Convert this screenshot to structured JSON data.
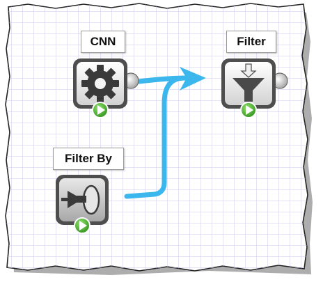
{
  "nodes": {
    "cnn": {
      "label": "CNN",
      "icon": "gear-icon"
    },
    "filter": {
      "label": "Filter",
      "icon": "funnel-icon"
    },
    "filter_by": {
      "label": "Filter By",
      "icon": "input-arrow-icon"
    }
  },
  "colors": {
    "connector": "#3cb7ee",
    "run_button": "#3fa528",
    "grid_line": "#c8c8ea",
    "node_frame": "#4e4e4e"
  }
}
